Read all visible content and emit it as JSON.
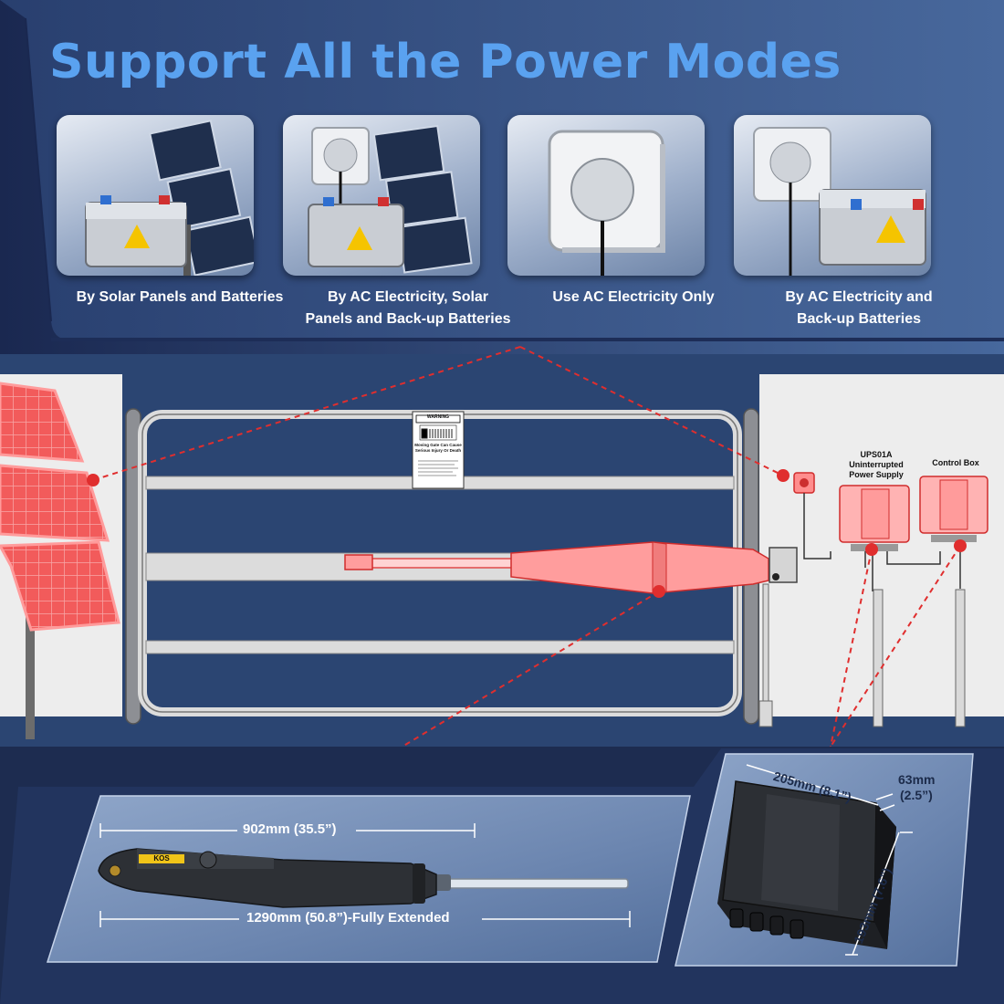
{
  "title": "Support All the Power Modes",
  "modes": [
    {
      "label": "By Solar Panels and Batteries",
      "icon": "solar-battery-icon"
    },
    {
      "label": "By AC Electricity, Solar\nPanels and Back-up Batteries",
      "icon": "ac-solar-battery-icon"
    },
    {
      "label": "Use AC Electricity Only",
      "icon": "ac-outlet-icon"
    },
    {
      "label": "By AC Electricity and\nBack-up Batteries",
      "icon": "ac-battery-icon"
    }
  ],
  "diagram": {
    "warning_sign": {
      "header": "WARNING",
      "headline": "Moving Gate Can Cause Serious Injury Or Death"
    },
    "ups_label": "UPS01A\nUninterrupted\nPower Supply",
    "control_box_label": "Control Box"
  },
  "opener": {
    "retracted_length": "902mm (35.5”)",
    "extended_length": "1290mm (50.8”)-Fully Extended",
    "brand": "KOS"
  },
  "control_box_dims": {
    "width": "205mm (8.1”)",
    "depth_mm": "63mm",
    "depth_in": "(2.5”)",
    "height": "193mm (7.6”)"
  },
  "colors": {
    "background": "#1b2a4e",
    "title": "#5aa2f0",
    "highlight_red": "#e83434",
    "panel": "#3a5688"
  }
}
